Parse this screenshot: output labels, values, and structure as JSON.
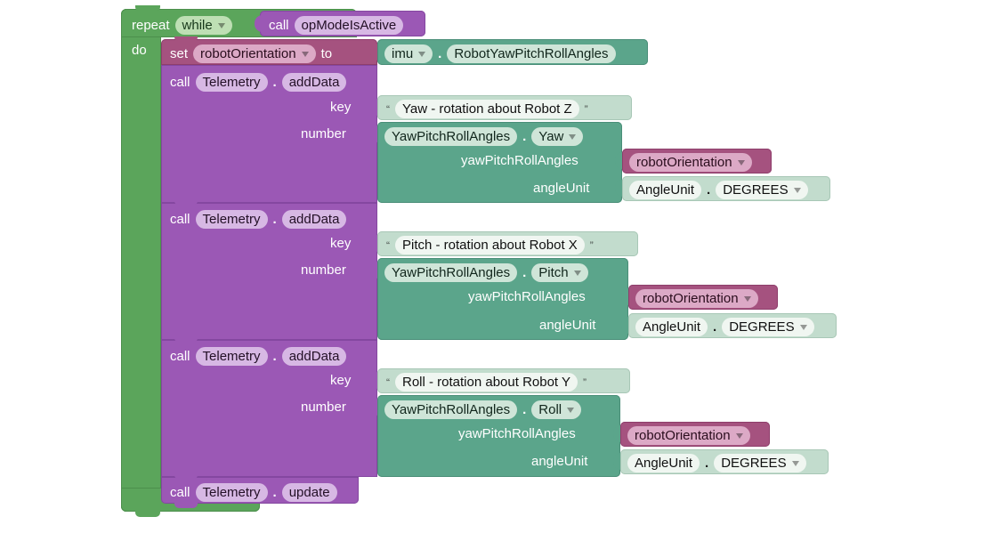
{
  "program": {
    "title": "FTC Blockly IMU telemetry loop",
    "colors": {
      "control_green": "#5BA55B",
      "telemetry_purple": "#9B58B5",
      "variable_magenta": "#A5527F",
      "sensor_green": "#5BA58B",
      "text_light_green": "#C2DCCD"
    }
  },
  "loop": {
    "repeat_label": "repeat",
    "mode_value": "while",
    "do_label": "do",
    "condition": {
      "call_label": "call",
      "method": "opModeIsActive"
    }
  },
  "set_statement": {
    "set_label": "set",
    "variable": "robotOrientation",
    "to_label": "to",
    "value": {
      "object": "imu",
      "separator": ".",
      "member": "RobotYawPitchRollAngles"
    }
  },
  "telemetry_calls": [
    {
      "call_label": "call",
      "object": "Telemetry",
      "separator": ".",
      "method": "addData",
      "key_label": "key",
      "key_text": "Yaw - rotation about Robot Z",
      "quote_open": "“",
      "quote_close": "”",
      "number_label": "number",
      "number": {
        "object": "YawPitchRollAngles",
        "separator": ".",
        "member": "Yaw",
        "arg1_label": "yawPitchRollAngles",
        "arg1_value": "robotOrientation",
        "arg2_label": "angleUnit",
        "arg2_enum": "AngleUnit",
        "arg2_separator": ".",
        "arg2_value": "DEGREES"
      }
    },
    {
      "call_label": "call",
      "object": "Telemetry",
      "separator": ".",
      "method": "addData",
      "key_label": "key",
      "key_text": "Pitch - rotation about Robot X",
      "quote_open": "“",
      "quote_close": "”",
      "number_label": "number",
      "number": {
        "object": "YawPitchRollAngles",
        "separator": ".",
        "member": "Pitch",
        "arg1_label": "yawPitchRollAngles",
        "arg1_value": "robotOrientation",
        "arg2_label": "angleUnit",
        "arg2_enum": "AngleUnit",
        "arg2_separator": ".",
        "arg2_value": "DEGREES"
      }
    },
    {
      "call_label": "call",
      "object": "Telemetry",
      "separator": ".",
      "method": "addData",
      "key_label": "key",
      "key_text": "Roll - rotation about Robot Y",
      "quote_open": "“",
      "quote_close": "”",
      "number_label": "number",
      "number": {
        "object": "YawPitchRollAngles",
        "separator": ".",
        "member": "Roll",
        "arg1_label": "yawPitchRollAngles",
        "arg1_value": "robotOrientation",
        "arg2_label": "angleUnit",
        "arg2_enum": "AngleUnit",
        "arg2_separator": ".",
        "arg2_value": "DEGREES"
      }
    }
  ],
  "update_call": {
    "call_label": "call",
    "object": "Telemetry",
    "separator": ".",
    "method": "update"
  }
}
